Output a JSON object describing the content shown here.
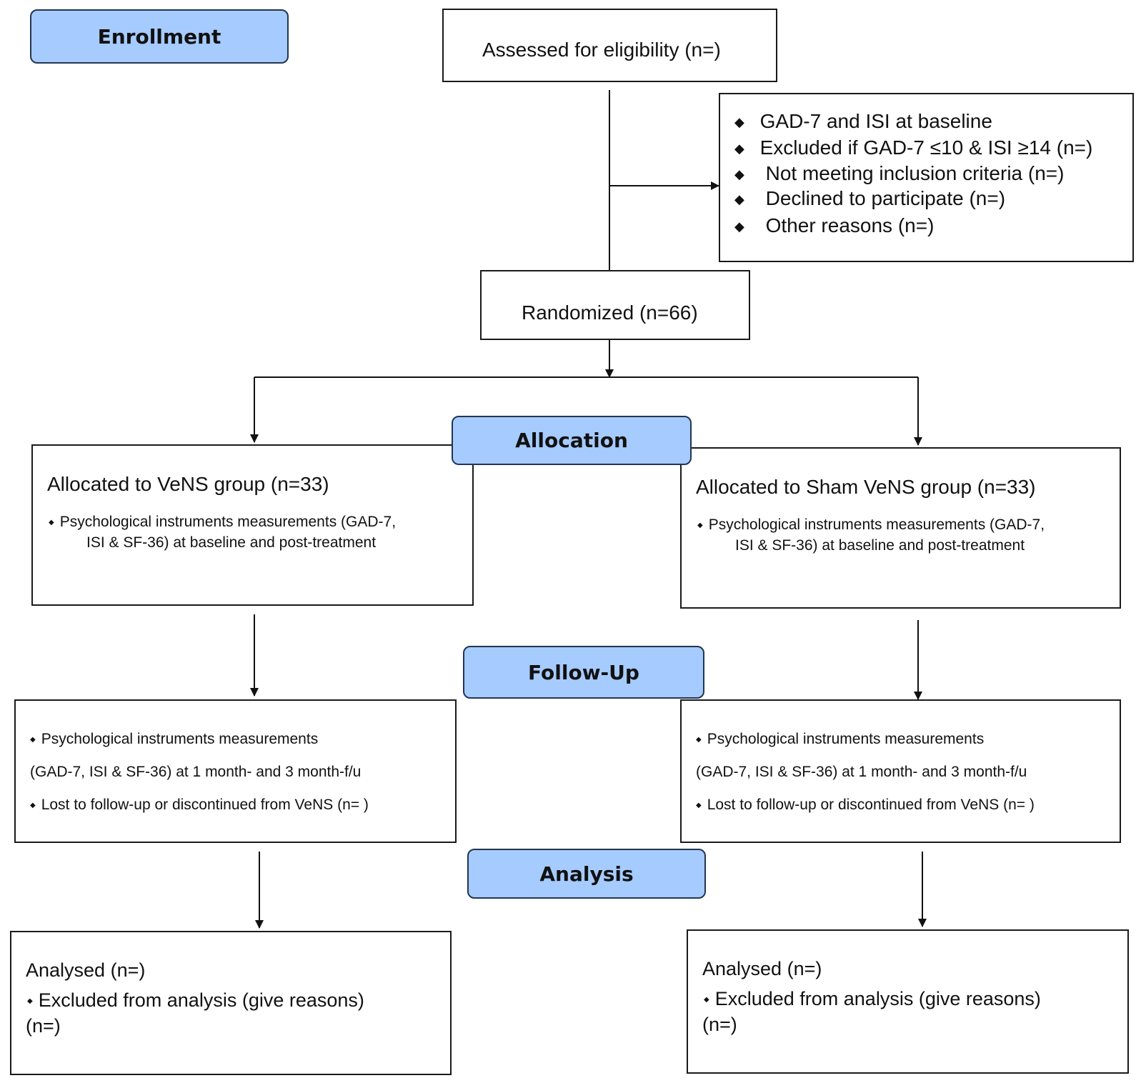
{
  "stages": {
    "enrollment": "Enrollment",
    "allocation": "Allocation",
    "follow_up": "Follow-Up",
    "analysis": "Analysis"
  },
  "assessed": "Assessed for eligibility (n=)",
  "exclusions": [
    "GAD-7 and ISI at baseline",
    "Excluded if GAD-7 ≤10 & ISI ≥14 (n=)",
    "Not meeting inclusion criteria (n=)",
    "Declined to participate (n=)",
    "Other reasons (n=)"
  ],
  "randomized": "Randomized (n=66)",
  "allocation": {
    "left": {
      "title": "Allocated to VeNS group (n=33)",
      "line1": "Psychological instruments measurements (GAD-7,",
      "line2": "ISI & SF-36) at baseline and post-treatment"
    },
    "right": {
      "title": "Allocated to Sham VeNS group (n=33)",
      "line1": "Psychological instruments measurements (GAD-7,",
      "line2": "ISI & SF-36) at baseline and post-treatment"
    }
  },
  "follow_up": {
    "left": {
      "line1": "Psychological instruments measurements",
      "line2": "(GAD-7, ISI & SF-36) at 1 month- and 3 month-f/u",
      "line3": "Lost to follow-up or discontinued from VeNS (n= )"
    },
    "right": {
      "line1": "Psychological instruments measurements",
      "line2": "(GAD-7, ISI & SF-36) at 1 month- and 3 month-f/u",
      "line3": "Lost to follow-up or discontinued from VeNS (n= )"
    }
  },
  "analysis": {
    "left": {
      "analysed": "Analysed (n=)",
      "excluded": "Excluded from analysis (give reasons)",
      "excluded_n": "(n=)"
    },
    "right": {
      "analysed": "Analysed (n=)",
      "excluded": "Excluded from analysis (give reasons)",
      "excluded_n": "(n=)"
    }
  },
  "icons": {
    "large_bullet": "diamond-bullet-icon",
    "small_bullet": "small-diamond-bullet-icon"
  }
}
